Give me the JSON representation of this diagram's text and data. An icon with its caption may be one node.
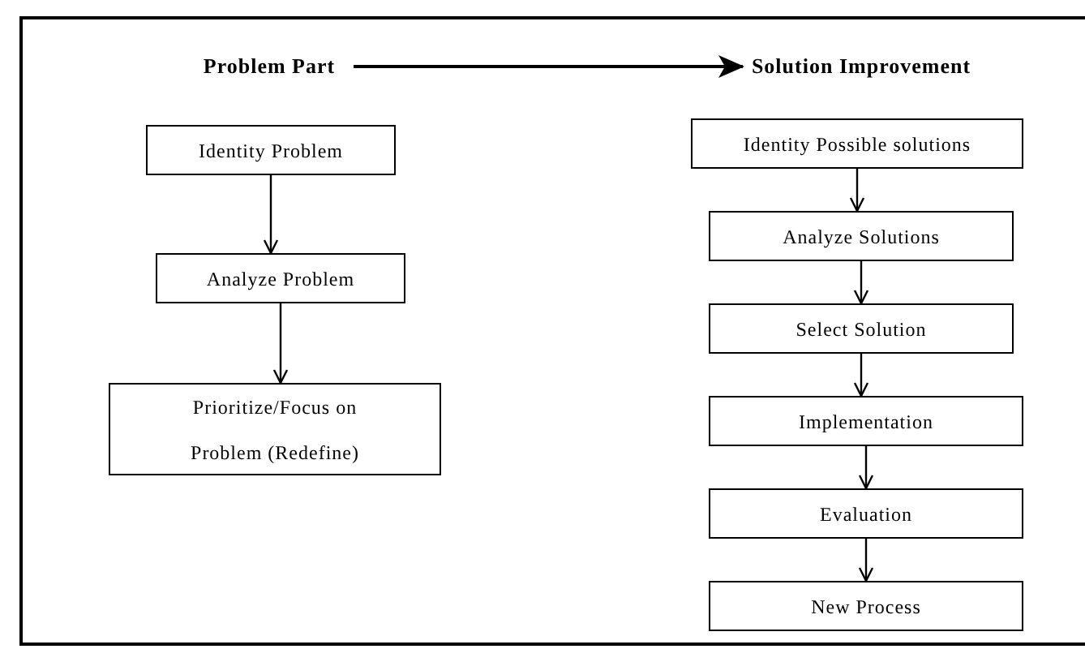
{
  "diagram": {
    "nodes": [
      {
        "text": [
          "Problem Part"
        ]
      },
      {
        "text": [
          "Solution Improvement"
        ]
      },
      {
        "text": [
          "Identity Problem"
        ]
      },
      {
        "text": [
          "Analyze Problem"
        ]
      },
      {
        "text": [
          "Prioritize/Focus on Problem (Redefine)"
        ]
      },
      {
        "text": [
          "Identity Possible solutions"
        ]
      },
      {
        "text": [
          "Analyze Solutions"
        ]
      },
      {
        "text": [
          "Select Solution"
        ]
      },
      {
        "text": [
          "Implementation"
        ]
      },
      {
        "text": [
          "Evaluation"
        ]
      },
      {
        "text": [
          "New Process"
        ]
      }
    ],
    "edges": [
      {
        "from": 0,
        "to": 1,
        "arrow": "to"
      },
      {
        "from": 2,
        "to": 3,
        "arrow": "to"
      },
      {
        "from": 3,
        "to": 4,
        "arrow": "to"
      },
      {
        "from": 5,
        "to": 6,
        "arrow": "to"
      },
      {
        "from": 6,
        "to": 7,
        "arrow": "to"
      },
      {
        "from": 7,
        "to": 8,
        "arrow": "to"
      },
      {
        "from": 8,
        "to": 9,
        "arrow": "to"
      },
      {
        "from": 9,
        "to": 10,
        "arrow": "to"
      }
    ]
  }
}
